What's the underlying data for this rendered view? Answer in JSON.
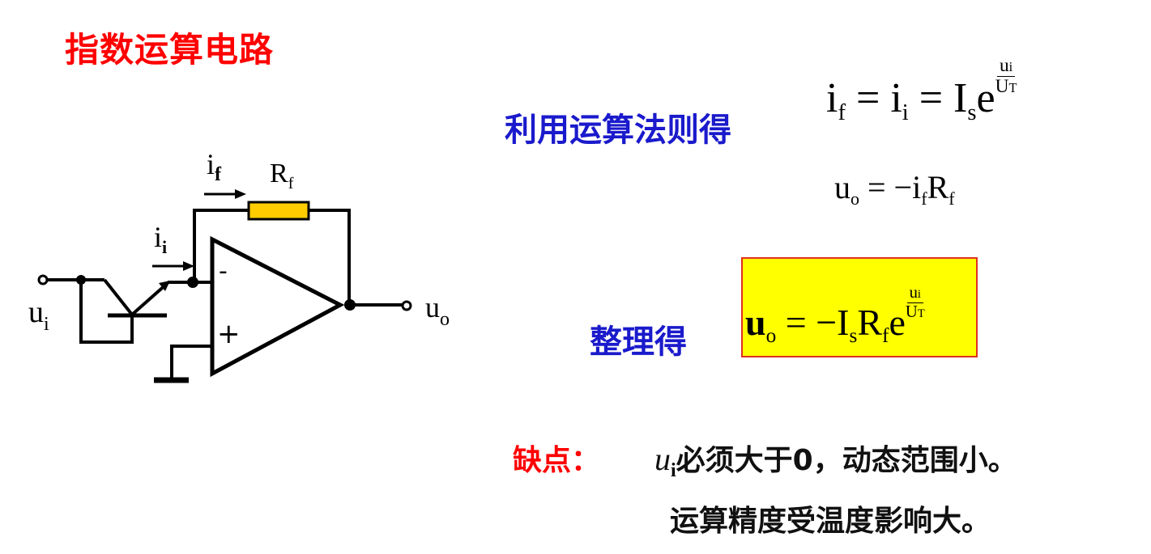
{
  "title": "指数运算电路",
  "circuit": {
    "input_label": "u",
    "input_sub": "i",
    "output_label": "u",
    "output_sub": "o",
    "feedback_current_label": "i",
    "feedback_current_sub": "f",
    "input_current_label": "i",
    "input_current_sub": "i",
    "resistor_label": "R",
    "resistor_sub": "f",
    "inverting_sign": "-",
    "noninverting_sign": "+",
    "resistor_color": "#ffcc00"
  },
  "derivation": {
    "label": "利用运算法则得",
    "eq1": {
      "lhs": "i",
      "lhs_sub": "f",
      "eq": " = ",
      "mid": "i",
      "mid_sub": "i",
      "eq2": " = ",
      "rhs": "I",
      "rhs_sub": "s",
      "exp_base": "e",
      "exp_num": "u",
      "exp_num_sub": "i",
      "exp_den": "U",
      "exp_den_sub": "T"
    },
    "eq2": {
      "lhs": "u",
      "lhs_sub": "o",
      "rest": " = −i",
      "rest_sub": "f",
      "r": "R",
      "r_sub": "f"
    }
  },
  "result": {
    "label": "整理得",
    "lhs": "u",
    "lhs_sub": "o",
    "eq": " = −I",
    "i_sub": "s",
    "r": "R",
    "r_sub": "f",
    "exp_base": "e",
    "exp_num": "u",
    "exp_num_sub": "i",
    "exp_den": "U",
    "exp_den_sub": "T",
    "box_color": "#ffff00",
    "border_color": "#e03020"
  },
  "drawbacks": {
    "label": "缺点：",
    "line1_var": "u",
    "line1_var_sub": "i",
    "line1_text": "必须大于0，动态范围小。",
    "line2_text": "运算精度受温度影响大。"
  }
}
